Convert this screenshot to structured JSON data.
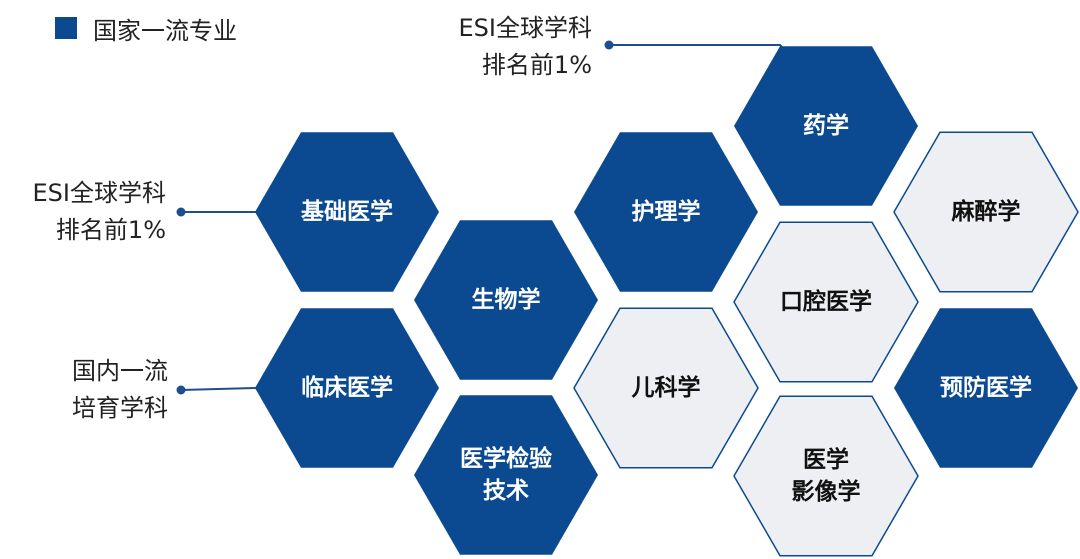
{
  "legend": {
    "label": "国家一流专业",
    "color": "#0b4a91"
  },
  "colors": {
    "filled": "#0b4a91",
    "outline_fill": "#eeeff2",
    "outline_stroke": "#0b4a91",
    "filled_text": "#ffffff",
    "outline_text": "#111111"
  },
  "annotations": [
    {
      "lines": [
        "ESI全球学科",
        "排名前1%"
      ]
    },
    {
      "lines": [
        "ESI全球学科",
        "排名前1%"
      ]
    },
    {
      "lines": [
        "国内一流",
        "培育学科"
      ]
    }
  ],
  "hexagons": [
    {
      "id": "yaoxue",
      "lines": [
        "药学"
      ],
      "national_first_class": true
    },
    {
      "id": "jichu",
      "lines": [
        "基础医学"
      ],
      "national_first_class": true
    },
    {
      "id": "huli",
      "lines": [
        "护理学"
      ],
      "national_first_class": true
    },
    {
      "id": "mazui",
      "lines": [
        "麻醉学"
      ],
      "national_first_class": false
    },
    {
      "id": "shengwu",
      "lines": [
        "生物学"
      ],
      "national_first_class": true
    },
    {
      "id": "kouqiang",
      "lines": [
        "口腔医学"
      ],
      "national_first_class": false
    },
    {
      "id": "linchuang",
      "lines": [
        "临床医学"
      ],
      "national_first_class": true
    },
    {
      "id": "erke",
      "lines": [
        "儿科学"
      ],
      "national_first_class": false
    },
    {
      "id": "yufang",
      "lines": [
        "预防医学"
      ],
      "national_first_class": true
    },
    {
      "id": "jianyan",
      "lines": [
        "医学检验",
        "技术"
      ],
      "national_first_class": true
    },
    {
      "id": "yingxiang",
      "lines": [
        "医学",
        "影像学"
      ],
      "national_first_class": false
    }
  ]
}
